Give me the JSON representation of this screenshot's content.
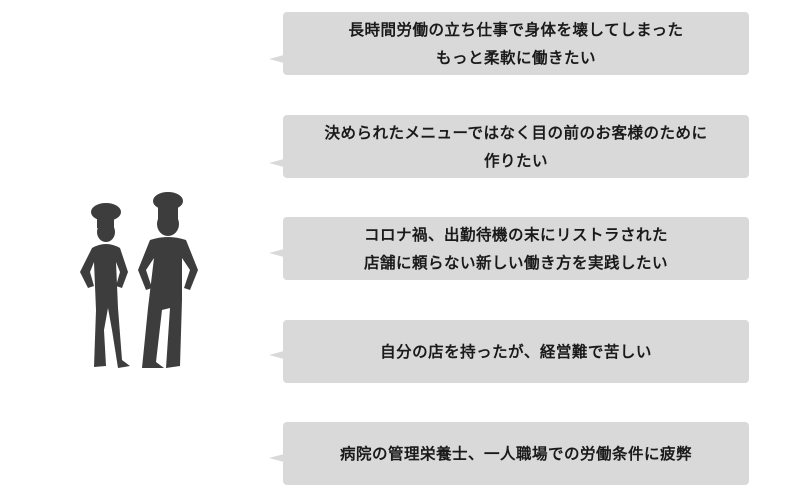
{
  "illustration": {
    "icon": "chef-couple-silhouette-icon",
    "color": "#3d3d3d"
  },
  "bubble_color": "#d9d9d9",
  "bubbles": [
    {
      "lines": [
        "長時間労働の立ち仕事で身体を壊してしまった",
        "もっと柔軟に働きたい"
      ]
    },
    {
      "lines": [
        "決められたメニューではなく目の前のお客様のために",
        "作りたい"
      ]
    },
    {
      "lines": [
        "コロナ禍、出勤待機の末にリストラされた",
        "店舗に頼らない新しい働き方を実践したい"
      ]
    },
    {
      "lines": [
        "自分の店を持ったが、経営難で苦しい"
      ]
    },
    {
      "lines": [
        "病院の管理栄養士、一人職場での労働条件に疲弊"
      ]
    }
  ]
}
